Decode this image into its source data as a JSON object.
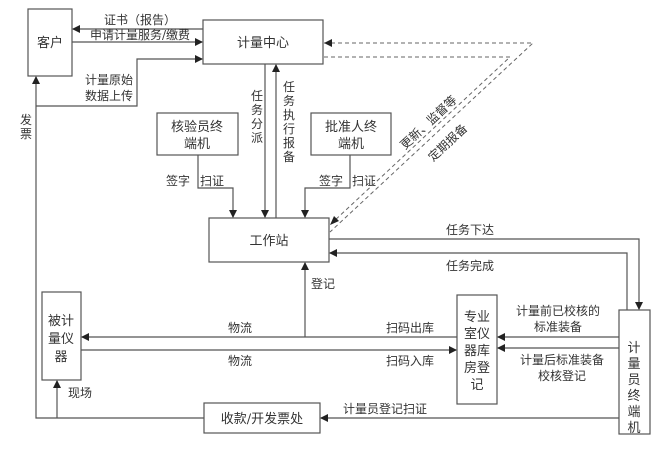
{
  "nodes": {
    "customer": "客户",
    "center": "计量中心",
    "verifier_terminal": [
      "核验员终",
      "端机"
    ],
    "approver_terminal": [
      "批准人终",
      "端机"
    ],
    "workstation": "工作站",
    "instrument": [
      "被计",
      "量仪",
      "器"
    ],
    "warehouse": [
      "专业",
      "室仪",
      "器库",
      "房登",
      "记"
    ],
    "metrologist_terminal": [
      "计",
      "量",
      "员",
      "终",
      "端",
      "机"
    ],
    "cashier": "收款/开发票处"
  },
  "edges": {
    "certificate": "证书（报告）",
    "apply_service": "申请计量服务/缴费",
    "raw_data": [
      "计量原始",
      "数据上传"
    ],
    "invoice": [
      "发",
      "票"
    ],
    "task_assign": [
      "任",
      "务",
      "分",
      "派"
    ],
    "task_report": [
      "任",
      "务",
      "执",
      "行",
      "报",
      "备"
    ],
    "sign_left": "签字",
    "scan_left": "扫证",
    "sign_right": "签字",
    "scan_right": "扫证",
    "update_supervise": "更新、监督等",
    "periodic_report": "定期报备",
    "task_issue": "任务下达",
    "task_done": "任务完成",
    "register": "登记",
    "logistics_out": "物流",
    "scan_out": "扫码出库",
    "logistics_in": "物流",
    "scan_in": "扫码入库",
    "std_before": [
      "计量前已校核的",
      "标准装备"
    ],
    "std_after": [
      "计量后标准装备",
      "校核登记"
    ],
    "onsite": "现场",
    "metrologist_scan": "计量员登记扫证"
  }
}
